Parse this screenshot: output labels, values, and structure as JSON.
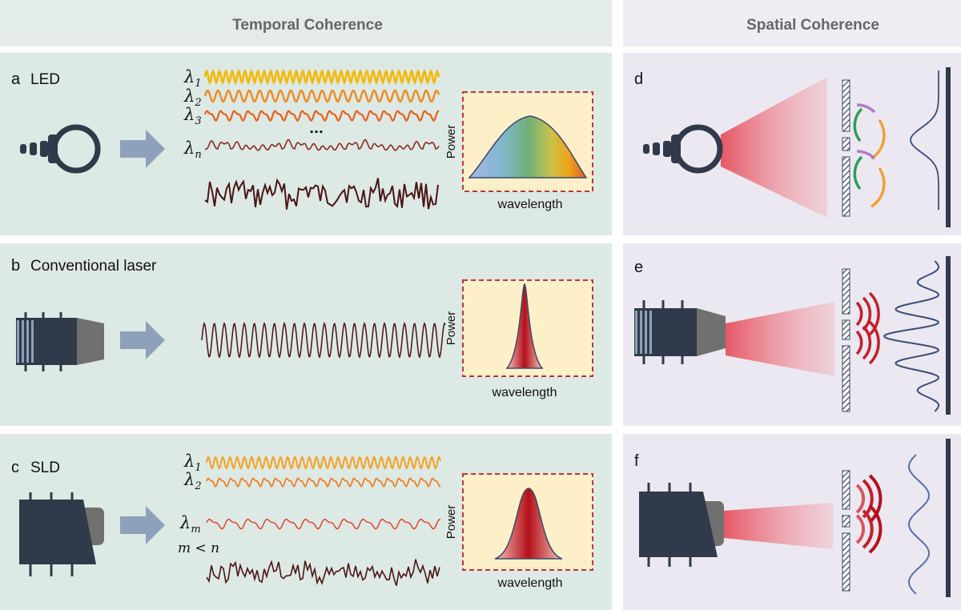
{
  "headers": {
    "temporal": "Temporal Coherence",
    "spatial": "Spatial Coherence"
  },
  "rows": [
    {
      "letter": "a",
      "name": "LED",
      "wave_labels": [
        {
          "sym": "λ",
          "sub": "1"
        },
        {
          "sym": "λ",
          "sub": "2"
        },
        {
          "sym": "λ",
          "sub": "3"
        },
        {
          "sym": "…",
          "sub": ""
        },
        {
          "sym": "λ",
          "sub": "n"
        }
      ],
      "spectrum": {
        "ylabel": "Power",
        "xlabel": "wavelength",
        "shape": "broad-rainbow"
      }
    },
    {
      "letter": "b",
      "name": "Conventional laser",
      "wave_labels": [],
      "spectrum": {
        "ylabel": "Power",
        "xlabel": "wavelength",
        "shape": "narrow-peak"
      }
    },
    {
      "letter": "c",
      "name": "SLD",
      "wave_labels": [
        {
          "sym": "λ",
          "sub": "1"
        },
        {
          "sym": "λ",
          "sub": "2"
        },
        {
          "sym": "λ",
          "sub": "m"
        }
      ],
      "condition": "m < n",
      "spectrum": {
        "ylabel": "Power",
        "xlabel": "wavelength",
        "shape": "medium-peak"
      }
    }
  ],
  "spatial_panels": [
    {
      "letter": "d",
      "source": "bulb-icon",
      "pattern": "single-broad-peak"
    },
    {
      "letter": "e",
      "source": "laser-icon",
      "pattern": "interference-fringes"
    },
    {
      "letter": "f",
      "source": "sld-icon",
      "pattern": "low-contrast-fringes"
    }
  ],
  "colors": {
    "temporal_bg": "#dde9e4",
    "spatial_bg": "#ece8f1",
    "header_temporal_bg": "#e3ece8",
    "header_spatial_bg": "#efecf3",
    "icon_dark": "#303a4a",
    "arrow": "#8da1bb",
    "spectrum_bg": "#fdf0c9",
    "spectrum_border": "#c0323a",
    "wave_yellow": "#f5b800",
    "wave_orange": "#f08a20",
    "wave_deep_orange": "#e8601c",
    "wave_red": "#d8473a",
    "wave_dark": "#5a1b1b",
    "beam": "#e8505f",
    "arc_purple": "#b07cc6",
    "arc_green": "#2e9e57",
    "arc_orange": "#f0a030",
    "arc_red": "#c41e2a",
    "fringe_blue": "#3a4d78",
    "fringe_light_blue": "#5470aa"
  }
}
